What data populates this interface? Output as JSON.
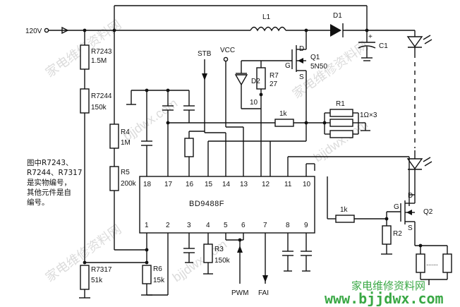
{
  "input_voltage": "120V",
  "components": {
    "r7243": "R7243",
    "r7243_val": "1.5M",
    "r7244": "R7244",
    "r7244_val": "150k",
    "r4": "R4",
    "r4_val": "1M",
    "r5": "R5",
    "r5_val": "200k",
    "r7317": "R7317",
    "r7317_val": "51k",
    "r6": "R6",
    "r6_val": "15k",
    "r3": "R3",
    "r3_val": "150k",
    "l1": "L1",
    "d1": "D1",
    "c1": "C1",
    "c1_plus": "+",
    "q1": "Q1",
    "q1_part": "5N50",
    "q1_d": "D",
    "q1_g": "G",
    "q1_s": "S",
    "d2": "D2",
    "d2_val": "10",
    "r7": "R7",
    "r7_val": "27",
    "r1": "R1",
    "r1_val": "1Ω×3",
    "res_1k_top": "1k",
    "res_1k_bottom": "1k",
    "q2": "Q2",
    "q2_d": "D",
    "q2_g": "G",
    "q2_s": "S",
    "r2": "R2",
    "stb": "STB",
    "vcc": "VCC",
    "pwm": "PWM",
    "fai": "FAI"
  },
  "ic": {
    "name": "BD9488F",
    "top_pins": [
      "18",
      "17",
      "16",
      "15",
      "14",
      "13",
      "12",
      "11",
      "10"
    ],
    "bottom_pins": [
      "1",
      "2",
      "3",
      "4",
      "5",
      "6",
      "7",
      "8",
      "9"
    ]
  },
  "note_lines": [
    "图中R7243、",
    "R7244、R7317",
    "是实物编号，",
    "其他元件是自",
    "编号。"
  ],
  "dots": "......",
  "watermark": {
    "site_cn": "家电维修资料网",
    "site_url": "www.bjjdwx.com",
    "cn_text": "家电维修资料网",
    "url_text": "bjjdwx.com"
  }
}
